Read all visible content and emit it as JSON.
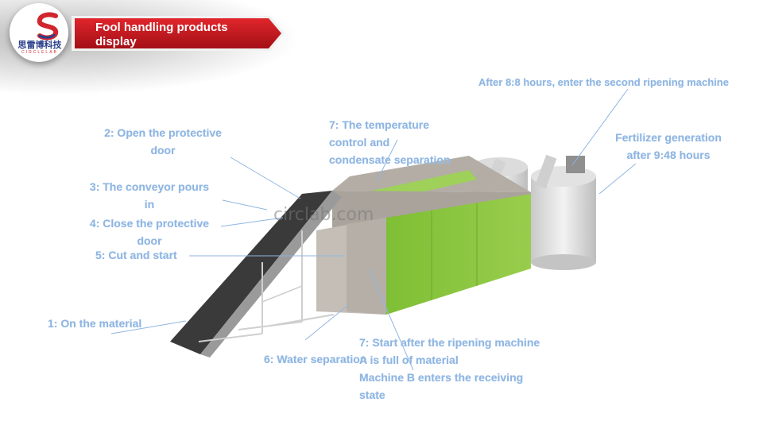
{
  "header": {
    "title_line1": "Fool handling products",
    "title_line2": "display",
    "logo_cn": "思雷博科技",
    "logo_en": "CIRCLELAB"
  },
  "watermark": "circlab.com",
  "labels": {
    "step1": "1: On the material",
    "step2_line1": "2: Open the protective",
    "step2_line2": "door",
    "step3_line1": "3: The conveyor pours",
    "step3_line2": "in",
    "step4_line1": "4: Close the protective",
    "step4_line2": "door",
    "step5": "5: Cut and start",
    "step6": "6: Water separation",
    "step7a_line1": "7: The temperature",
    "step7a_line2": "control and",
    "step7a_line3": "condensate separation",
    "step7b_line1": "7: Start after the ripening machine",
    "step7b_line2": "A is full of material",
    "step7b_line3": "Machine B enters the receiving",
    "step7b_line4": "state",
    "second_ripening": "After 8:8 hours, enter the second ripening machine",
    "fert_line1": "Fertilizer generation",
    "fert_line2": "after 9:48 hours"
  },
  "colors": {
    "banner_red": "#c8171f",
    "label_blue": "#8fb6e2",
    "machine_green": "#8cc63e",
    "machine_gray": "#b9b4ad"
  }
}
